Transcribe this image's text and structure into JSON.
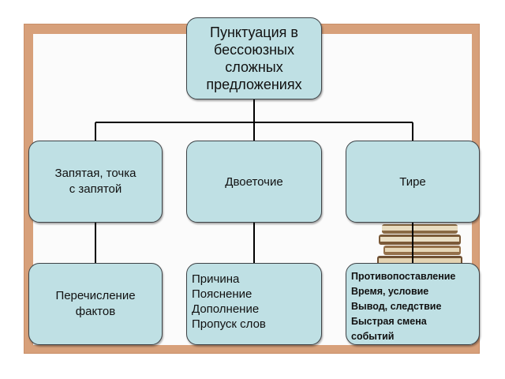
{
  "diagram": {
    "root": "Пунктуация в\nбессоюзных\nсложных\nпредложениях",
    "categories": [
      {
        "label": "Запятая, точка\nс запятой",
        "items": [
          "Перечисление\n фактов"
        ]
      },
      {
        "label": "Двоеточие",
        "items": [
          "Причина",
          "Пояснение",
          "Дополнение",
          "Пропуск слов"
        ]
      },
      {
        "label": "Тире",
        "items": [
          "Противопоставление",
          "Время,  условие",
          "Вывод, следствие",
          "Быстрая смена",
          "событий"
        ]
      }
    ]
  },
  "colors": {
    "box_fill": "#bfe0e4",
    "box_border": "#3d4246",
    "frame": "#d7a07a",
    "line": "#000000"
  }
}
